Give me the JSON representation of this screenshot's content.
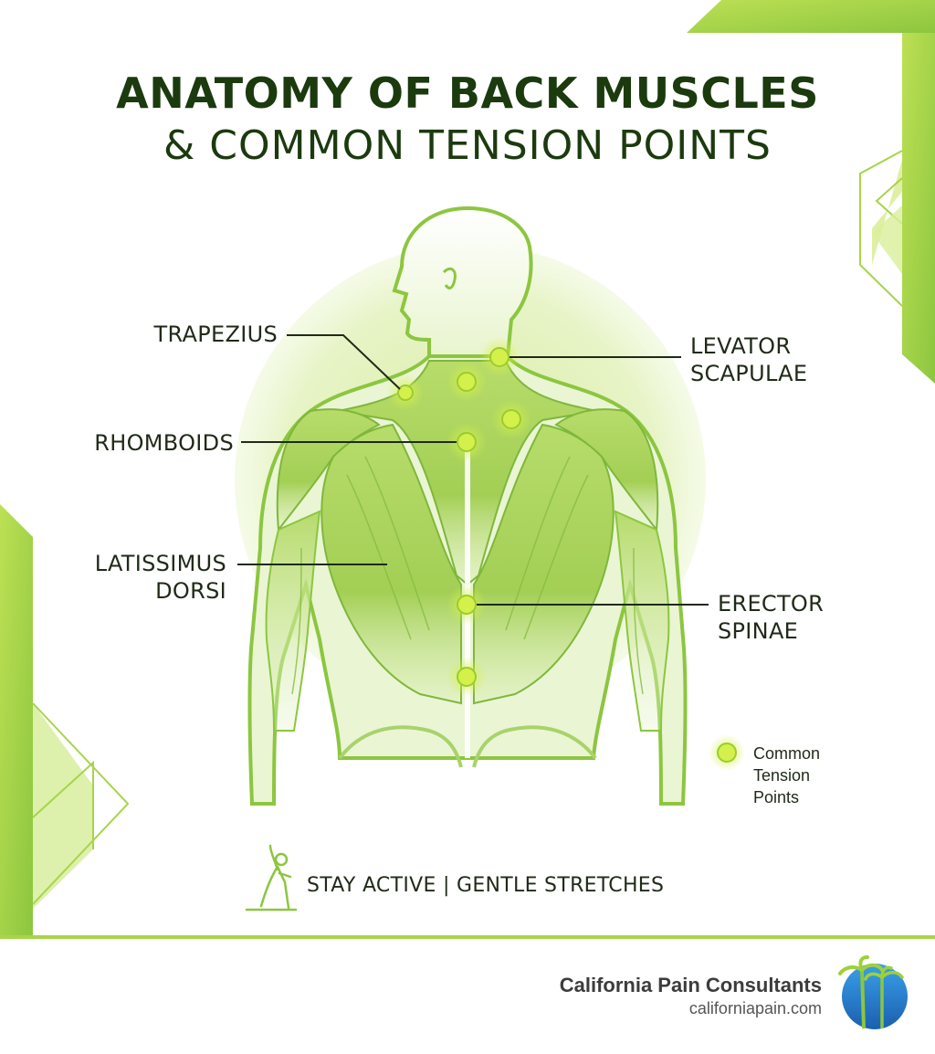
{
  "title": {
    "line1": "ANATOMY OF BACK MUSCLES",
    "line2": "& COMMON TENSION POINTS"
  },
  "labels": {
    "trapezius": "TRAPEZIUS",
    "levator_line1": "LEVATOR",
    "levator_line2": "SCAPULAE",
    "rhomboids": "RHOMBOIDS",
    "latissimus_line1": "LATISSIMUS",
    "latissimus_line2": "DORSI",
    "erector_line1": "ERECTOR",
    "erector_line2": "SPINAE"
  },
  "legend": {
    "line1": "Common",
    "line2": "Tension",
    "line3": "Points"
  },
  "tagline": "STAY ACTIVE | GENTLE STRETCHES",
  "brand": {
    "name": "California Pain Consultants",
    "url": "californiapain.com"
  },
  "colors": {
    "accent_green": "#9fd03a",
    "dark_green": "#1b3a0e",
    "muscle_green": "#a8d36a",
    "tension_point": "#c8ec3c",
    "logo_blue": "#1e7ed0"
  },
  "icons": {
    "stretch": "person-stretching-icon",
    "logo": "palm-tree-globe-icon"
  }
}
